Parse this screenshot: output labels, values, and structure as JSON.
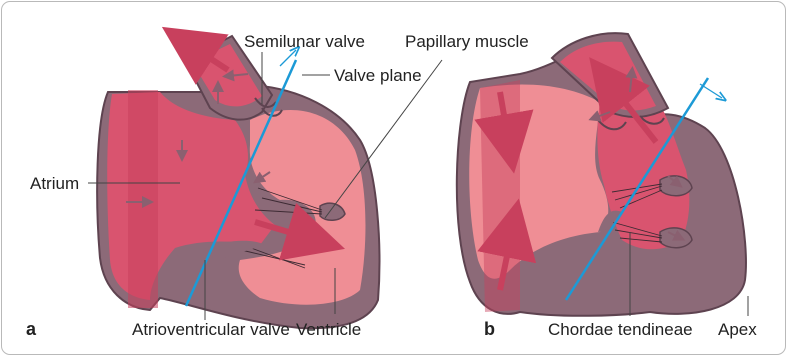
{
  "colors": {
    "muscle": "#8c6a78",
    "muscle_edge": "#5e4350",
    "atrium_blood": "#d9546f",
    "ventricle_blood": "#ef8e95",
    "vessel": "#c8405d",
    "flow_arrow": "#bf3a58",
    "valve_plane": "#1c9ad6"
  },
  "labels": {
    "semilunar_valve": "Semilunar valve",
    "valve_plane": "Valve plane",
    "papillary_muscle": "Papillary muscle",
    "atrium": "Atrium",
    "atrioventricular_valve": "Atrioventricular valve",
    "ventricle": "Ventricle",
    "chordae_tendineae": "Chordae tendineae",
    "apex": "Apex"
  },
  "panels": {
    "a": "a",
    "b": "b"
  }
}
